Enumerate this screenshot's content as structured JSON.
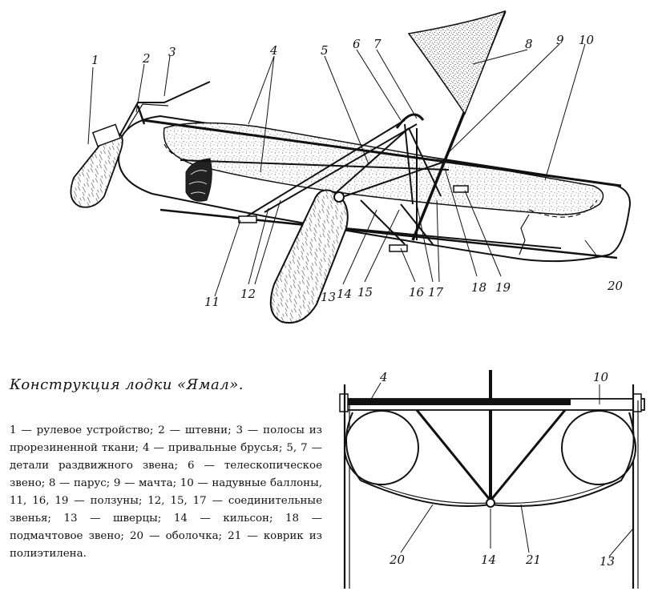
{
  "figure": {
    "title": "Конструкция лодки «Ямал».",
    "legend_text": "1 — рулевое устройство; 2 — штевни; 3 — полосы из прорезиненной ткани; 4 — привальные брусья; 5, 7 — детали раздвижного звена; 6 — телескопическое звено; 8 — парус; 9 — мачта; 10 — надувные баллоны, 11, 16, 19 — ползуны; 12, 15, 17 — соединительные звенья; 13 — шверцы; 14 — кильсон; 18 — подмачтовое звено; 20 — оболочка; 21 — коврик из полиэтилена.",
    "top_labels": [
      "1",
      "2",
      "3",
      "4",
      "5",
      "6",
      "7",
      "8",
      "9",
      "10",
      "11",
      "12",
      "13",
      "14",
      "15",
      "16",
      "17",
      "18",
      "19",
      "20"
    ],
    "section_labels": [
      "4",
      "10",
      "20",
      "14",
      "21",
      "13"
    ]
  }
}
